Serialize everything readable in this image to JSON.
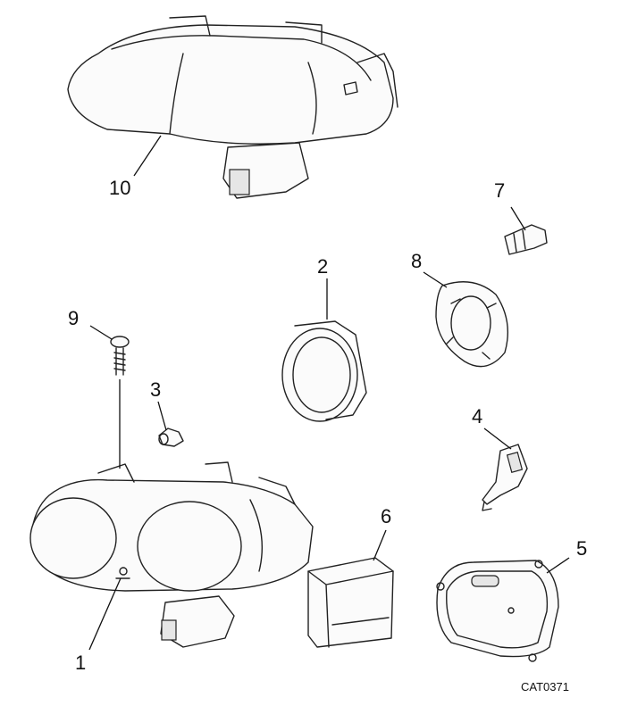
{
  "callouts": {
    "n1": "1",
    "n2": "2",
    "n3": "3",
    "n4": "4",
    "n5": "5",
    "n6": "6",
    "n7": "7",
    "n8": "8",
    "n9": "9",
    "n10": "10"
  },
  "catalog_code": "CAT0371"
}
